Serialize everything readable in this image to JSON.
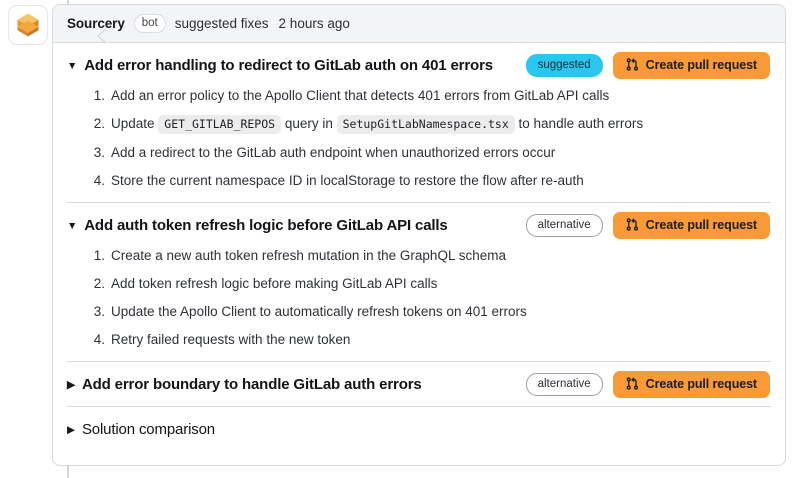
{
  "thread": {
    "avatar_icon": "sourcery-cube-logo",
    "avatar_colors": {
      "light": "#f7c56a",
      "mid": "#f0a93f",
      "dark": "#d9832a"
    }
  },
  "comment": {
    "header": {
      "author": "Sourcery",
      "bot_label": "bot",
      "action": "suggested fixes",
      "timestamp": "2 hours ago"
    },
    "button_label": "Create pull request",
    "button_icon": "git-pull-request-icon",
    "colors": {
      "button_bg": "#f99a37",
      "badge_suggested_bg": "#29c6f0",
      "badge_alternative_border": "#9aa0a8",
      "card_border": "#d6d9de",
      "header_bg": "#f3f4f6",
      "divider": "#d4d7e0",
      "code_bg": "#ececed"
    },
    "sections": [
      {
        "title": "Add error handling to redirect to GitLab auth on 401 errors",
        "caret": "▼",
        "expanded": true,
        "badge": "suggested",
        "badge_kind": "suggested",
        "has_button": true,
        "steps": [
          {
            "parts": [
              {
                "t": "text",
                "v": "Add an error policy to the Apollo Client that detects 401 errors from GitLab API calls"
              }
            ]
          },
          {
            "parts": [
              {
                "t": "text",
                "v": "Update "
              },
              {
                "t": "code",
                "v": "GET_GITLAB_REPOS"
              },
              {
                "t": "text",
                "v": " query in "
              },
              {
                "t": "code",
                "v": "SetupGitLabNamespace.tsx"
              },
              {
                "t": "text",
                "v": " to handle auth errors"
              }
            ]
          },
          {
            "parts": [
              {
                "t": "text",
                "v": "Add a redirect to the GitLab auth endpoint when unauthorized errors occur"
              }
            ]
          },
          {
            "parts": [
              {
                "t": "text",
                "v": "Store the current namespace ID in localStorage to restore the flow after re-auth"
              }
            ]
          }
        ]
      },
      {
        "title": "Add auth token refresh logic before GitLab API calls",
        "caret": "▼",
        "expanded": true,
        "badge": "alternative",
        "badge_kind": "alternative",
        "has_button": true,
        "steps": [
          {
            "parts": [
              {
                "t": "text",
                "v": "Create a new auth token refresh mutation in the GraphQL schema"
              }
            ]
          },
          {
            "parts": [
              {
                "t": "text",
                "v": "Add token refresh logic before making GitLab API calls"
              }
            ]
          },
          {
            "parts": [
              {
                "t": "text",
                "v": "Update the Apollo Client to automatically refresh tokens on 401 errors"
              }
            ]
          },
          {
            "parts": [
              {
                "t": "text",
                "v": "Retry failed requests with the new token"
              }
            ]
          }
        ]
      },
      {
        "title": "Add error boundary to handle GitLab auth errors",
        "caret": "▶",
        "expanded": false,
        "badge": "alternative",
        "badge_kind": "alternative",
        "has_button": true,
        "steps": []
      },
      {
        "title": "Solution comparison",
        "caret": "▶",
        "expanded": false,
        "badge": null,
        "badge_kind": null,
        "has_button": false,
        "plain_title": true,
        "steps": []
      }
    ]
  }
}
